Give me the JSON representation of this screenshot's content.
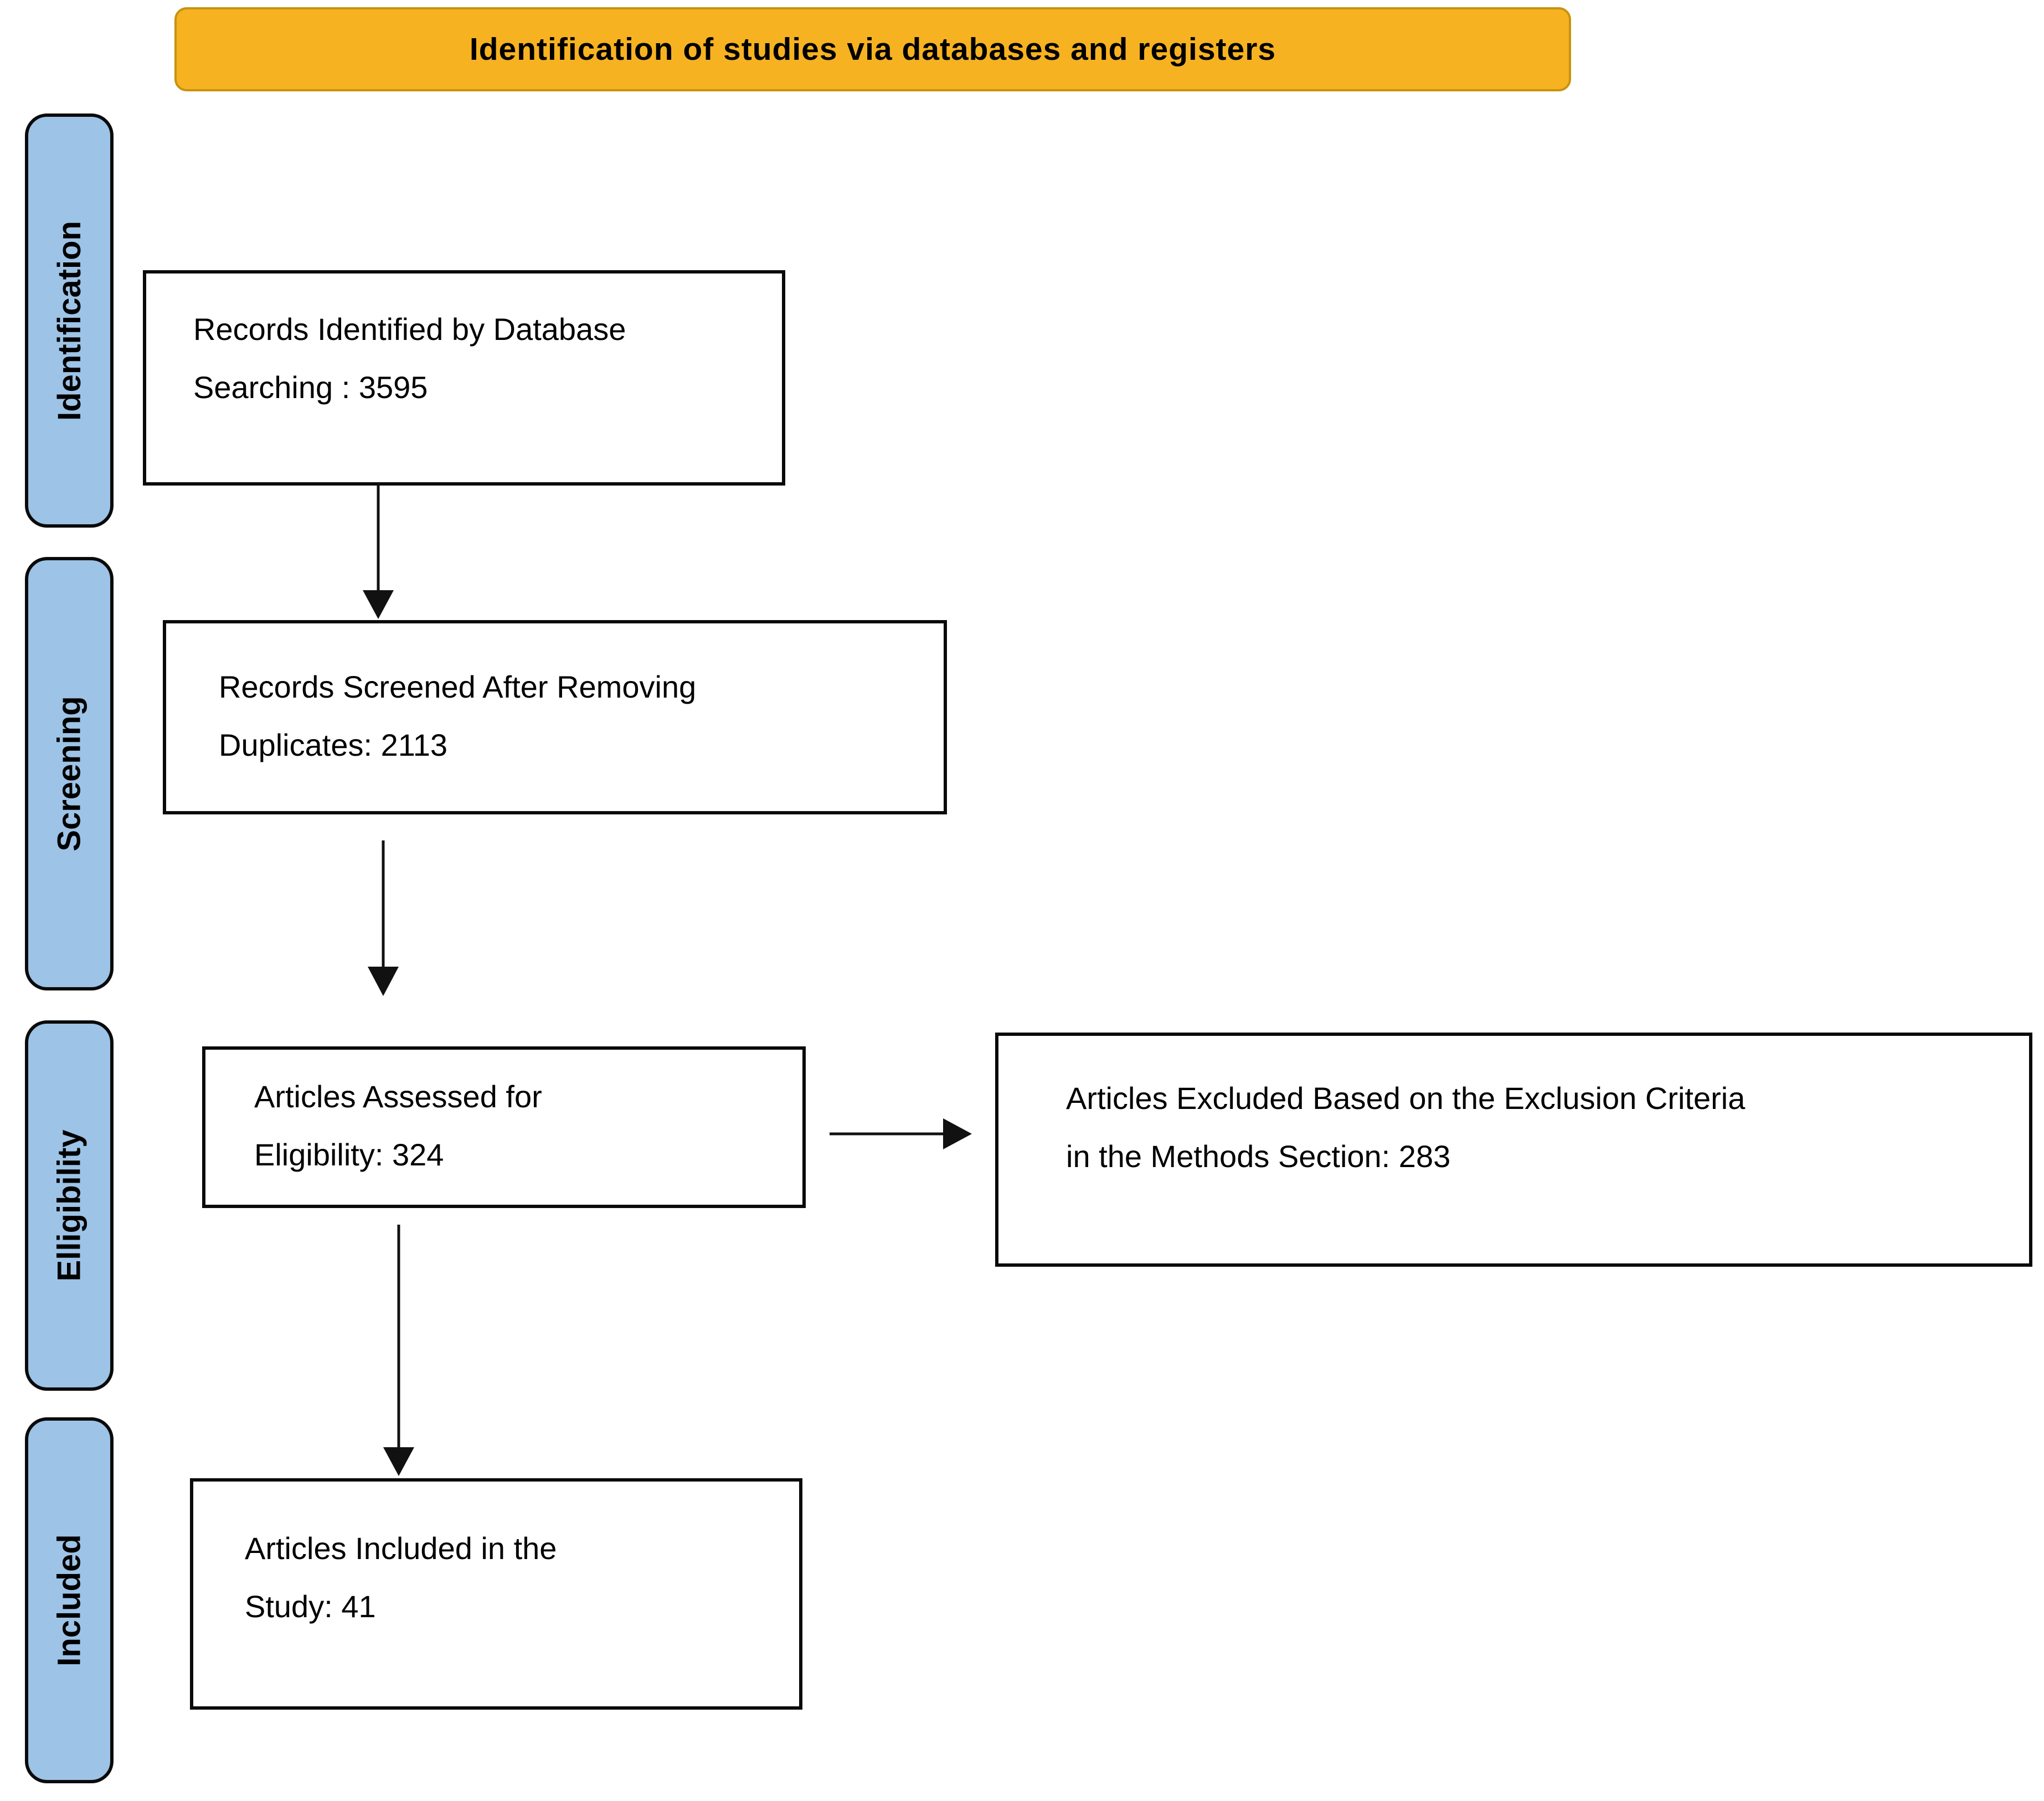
{
  "title_banner": {
    "label": "Identification of studies via databases and registers"
  },
  "colors": {
    "banner_bg": "#F6B221",
    "banner_border": "#C8920F",
    "sidebar_bg": "#9DC3E6",
    "line_color": "#111111"
  },
  "sidebar": {
    "items": [
      {
        "label": "Identification"
      },
      {
        "label": "Screening"
      },
      {
        "label": "Elligibility"
      },
      {
        "label": "Included"
      }
    ]
  },
  "flow": {
    "identified": {
      "line1": "Records Identified by Database",
      "line2": "Searching : 3595"
    },
    "screened": {
      "line1": "Records Screened After Removing",
      "line2": "Duplicates: 2113"
    },
    "assessed": {
      "line1": "Articles Assessed for",
      "line2": "Eligibility: 324"
    },
    "excluded": {
      "line1": "Articles Excluded Based on the Exclusion Criteria",
      "line2": "in the Methods Section: 283"
    },
    "included": {
      "line1": "Articles Included in the",
      "line2": "Study: 41"
    }
  }
}
